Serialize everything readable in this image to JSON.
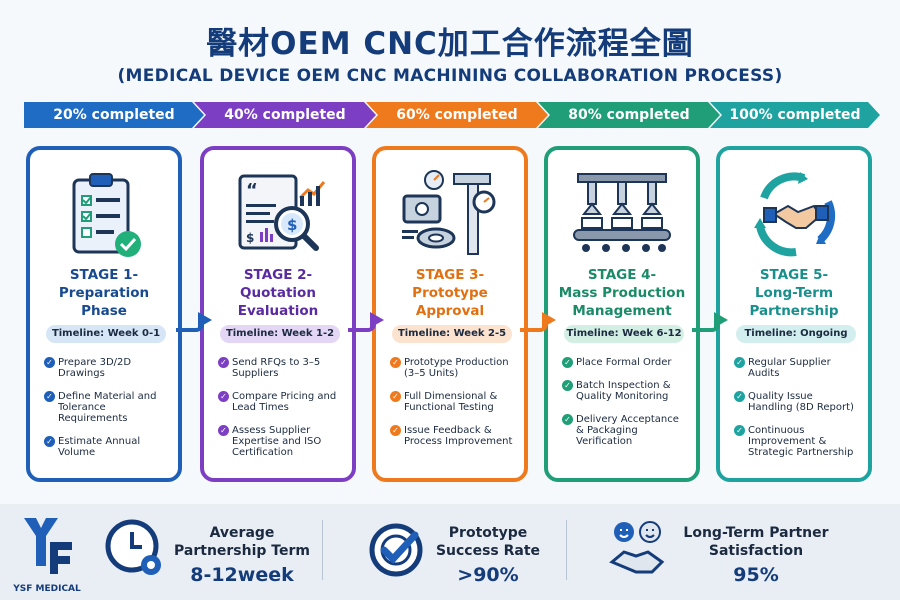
{
  "title": "醫材OEM CNC加工合作流程全圖",
  "subtitle": "(MEDICAL DEVICE OEM CNC MACHINING COLLABORATION PROCESS)",
  "progress": [
    {
      "label": "20% completed",
      "color": "#1f6cc4",
      "value": 20
    },
    {
      "label": "40% completed",
      "color": "#7c3fc4",
      "value": 40
    },
    {
      "label": "60% completed",
      "color": "#ef7a1e",
      "value": 60
    },
    {
      "label": "80% completed",
      "color": "#1f9e77",
      "value": 80
    },
    {
      "label": "100% completed",
      "color": "#1fa3a0",
      "value": 100
    }
  ],
  "stages": [
    {
      "title_line1": "STAGE 1-",
      "title_line2": "Preparation",
      "title_line3": "Phase",
      "timeline": "Timeline: Week 0-1",
      "color": "#1f5fb8",
      "title_color": "#174a8f",
      "pill": "#d6e6f7",
      "icon": "clipboard-checklist-icon",
      "items": [
        "Prepare 3D/2D Drawings",
        "Define Material and Tolerance Requirements",
        "Estimate Annual Volume"
      ]
    },
    {
      "title_line1": "STAGE 2-",
      "title_line2": "Quotation",
      "title_line3": "Evaluation",
      "timeline": "Timeline: Week 1-2",
      "color": "#7c3fc4",
      "title_color": "#5a2aa0",
      "pill": "#e4d7f5",
      "icon": "quote-document-magnifier-icon",
      "items": [
        "Send RFQs to 3–5 Suppliers",
        "Compare Pricing and Lead Times",
        "Assess Supplier Expertise and ISO Certification"
      ]
    },
    {
      "title_line1": "STAGE 3-",
      "title_line2": "Prototype",
      "title_line3": "Approval",
      "timeline": "Timeline: Week 2-5",
      "color": "#ef7a1e",
      "title_color": "#e26f10",
      "pill": "#fbe3cf",
      "icon": "machined-parts-caliper-icon",
      "items": [
        "Prototype Production (3–5 Units)",
        "Full Dimensional & Functional Testing",
        "Issue Feedback & Process Improvement"
      ]
    },
    {
      "title_line1": "STAGE 4-",
      "title_line2": "Mass Production",
      "title_line3": "Management",
      "timeline": "Timeline: Week 6-12",
      "color": "#1f9e77",
      "title_color": "#1a8a67",
      "pill": "#d3efe4",
      "icon": "robot-arms-conveyor-icon",
      "items": [
        "Place Formal Order",
        "Batch Inspection & Quality Monitoring",
        "Delivery Acceptance & Packaging Verification"
      ]
    },
    {
      "title_line1": "STAGE 5-",
      "title_line2": "Long-Term",
      "title_line3": "Partnership",
      "timeline": "Timeline: Ongoing",
      "color": "#1fa3a0",
      "title_color": "#178f8c",
      "pill": "#d3eeee",
      "icon": "handshake-cycle-icon",
      "items": [
        "Regular Supplier Audits",
        "Quality Issue Handling (8D Report)",
        "Continuous Improvement & Strategic Partnership"
      ]
    }
  ],
  "footer": {
    "logo_text": "YSF MEDICAL",
    "stats": [
      {
        "label_line1": "Average",
        "label_line2": "Partnership Term",
        "value": "8-12week",
        "icon": "clock-gear-icon"
      },
      {
        "label_line1": "Prototype",
        "label_line2": "Success Rate",
        "value": ">90%",
        "icon": "target-check-icon"
      },
      {
        "label_line1": "Long-Term Partner",
        "label_line2": "Satisfaction",
        "value": "95%",
        "icon": "partners-handshake-icon"
      }
    ]
  }
}
